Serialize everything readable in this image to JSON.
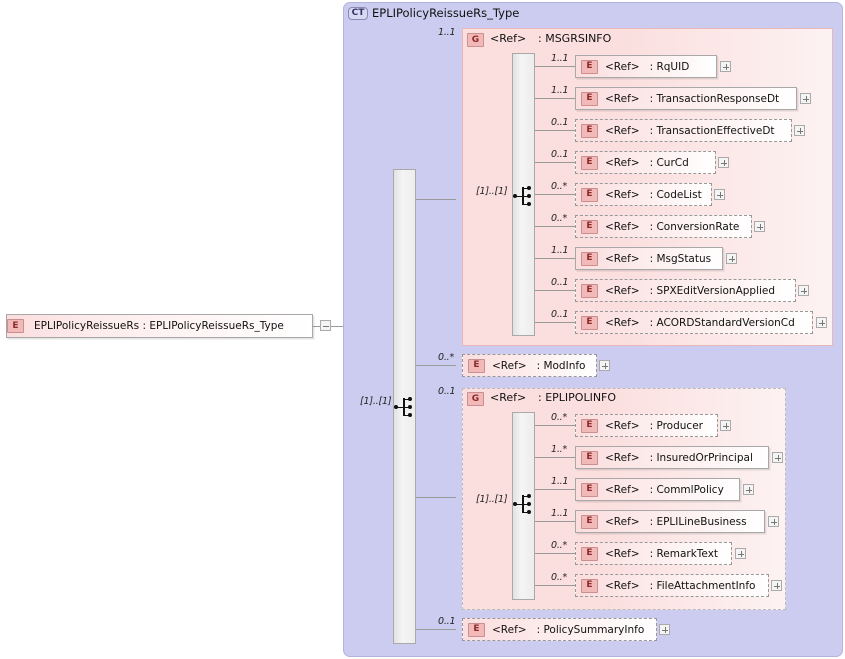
{
  "diagram": {
    "kind": "xsd-schema-diagram",
    "root_element": {
      "badge": "E",
      "label": "EPLIPolicyReissueRs : EPLIPolicyReissueRs_Type",
      "expander": "minus"
    },
    "complex_type": {
      "badge": "CT",
      "title": "EPLIPolicyReissueRs_Type",
      "compositor": {
        "icon": "sequence-icon",
        "occurrence": "[1]..[1]"
      }
    },
    "children": [
      {
        "badge": "G",
        "ref": "<Ref>",
        "name": ": MSGRSINFO",
        "occurrence": "1..1",
        "required": true,
        "compositor": {
          "icon": "sequence-icon",
          "occurrence": "[1]..[1]"
        },
        "members": [
          {
            "badge": "E",
            "ref": "<Ref>",
            "name": ": RqUID",
            "occurrence": "1..1",
            "required": true,
            "expander": "plus"
          },
          {
            "badge": "E",
            "ref": "<Ref>",
            "name": ": TransactionResponseDt",
            "occurrence": "1..1",
            "required": true,
            "expander": "plus"
          },
          {
            "badge": "E",
            "ref": "<Ref>",
            "name": ": TransactionEffectiveDt",
            "occurrence": "0..1",
            "required": false,
            "expander": "plus"
          },
          {
            "badge": "E",
            "ref": "<Ref>",
            "name": ": CurCd",
            "occurrence": "0..1",
            "required": false,
            "expander": "plus"
          },
          {
            "badge": "E",
            "ref": "<Ref>",
            "name": ": CodeList",
            "occurrence": "0..*",
            "required": false,
            "expander": "plus"
          },
          {
            "badge": "E",
            "ref": "<Ref>",
            "name": ": ConversionRate",
            "occurrence": "0..*",
            "required": false,
            "expander": "plus"
          },
          {
            "badge": "E",
            "ref": "<Ref>",
            "name": ": MsgStatus",
            "occurrence": "1..1",
            "required": true,
            "expander": "plus"
          },
          {
            "badge": "E",
            "ref": "<Ref>",
            "name": ": SPXEditVersionApplied",
            "occurrence": "0..1",
            "required": false,
            "expander": "plus"
          },
          {
            "badge": "E",
            "ref": "<Ref>",
            "name": ": ACORDStandardVersionCd",
            "occurrence": "0..1",
            "required": false,
            "expander": "plus"
          }
        ]
      },
      {
        "badge": "E",
        "ref": "<Ref>",
        "name": ": ModInfo",
        "occurrence": "0..*",
        "required": false,
        "expander": "plus"
      },
      {
        "badge": "G",
        "ref": "<Ref>",
        "name": ": EPLIPOLINFO",
        "occurrence": "0..1",
        "required": false,
        "compositor": {
          "icon": "sequence-icon",
          "occurrence": "[1]..[1]"
        },
        "members": [
          {
            "badge": "E",
            "ref": "<Ref>",
            "name": ": Producer",
            "occurrence": "0..*",
            "required": false,
            "expander": "plus"
          },
          {
            "badge": "E",
            "ref": "<Ref>",
            "name": ": InsuredOrPrincipal",
            "occurrence": "1..*",
            "required": true,
            "expander": "plus"
          },
          {
            "badge": "E",
            "ref": "<Ref>",
            "name": ": CommlPolicy",
            "occurrence": "1..1",
            "required": true,
            "expander": "plus"
          },
          {
            "badge": "E",
            "ref": "<Ref>",
            "name": ": EPLILineBusiness",
            "occurrence": "1..1",
            "required": true,
            "expander": "plus"
          },
          {
            "badge": "E",
            "ref": "<Ref>",
            "name": ": RemarkText",
            "occurrence": "0..*",
            "required": false,
            "expander": "plus"
          },
          {
            "badge": "E",
            "ref": "<Ref>",
            "name": ": FileAttachmentInfo",
            "occurrence": "0..*",
            "required": false,
            "expander": "plus"
          }
        ]
      },
      {
        "badge": "E",
        "ref": "<Ref>",
        "name": ": PolicySummaryInfo",
        "occurrence": "0..1",
        "required": false,
        "expander": "plus"
      }
    ],
    "colors": {
      "ct_panel": "#ccccf0",
      "group_panel": "#fbdede",
      "badge_fill": "#f2b9b9",
      "badge_text": "#8c2b2b",
      "ct_badge_fill": "#d8d8f2",
      "connector": "#9a9a9a"
    }
  }
}
